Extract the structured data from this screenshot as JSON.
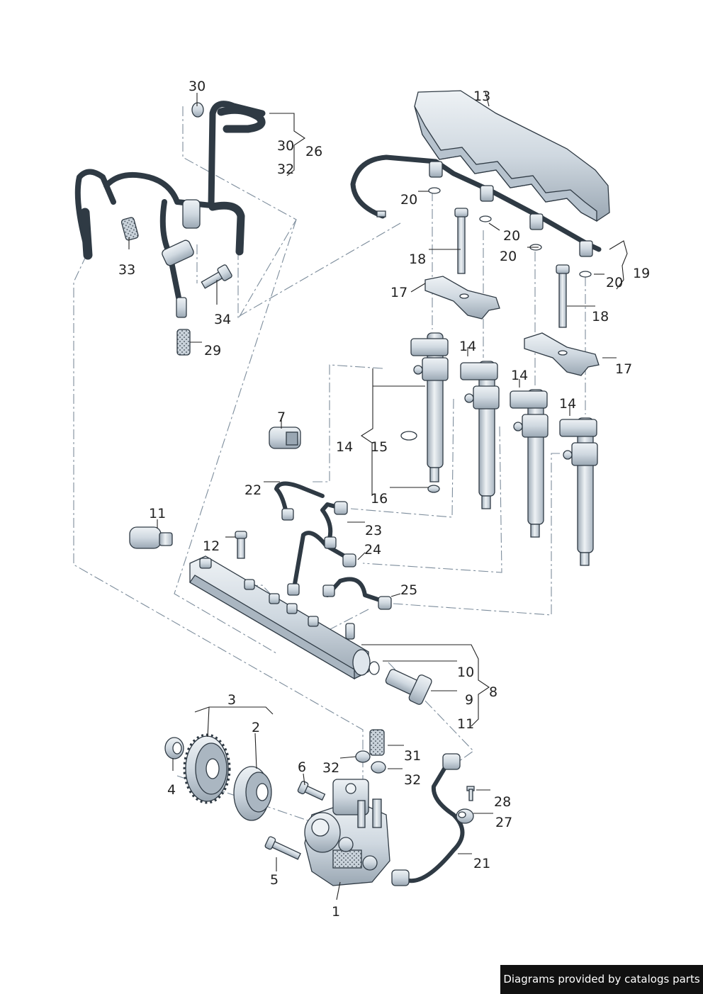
{
  "diagram": {
    "callouts": [
      {
        "id": "1",
        "text": "1"
      },
      {
        "id": "2",
        "text": "2"
      },
      {
        "id": "3",
        "text": "3"
      },
      {
        "id": "4",
        "text": "4"
      },
      {
        "id": "5",
        "text": "5"
      },
      {
        "id": "6",
        "text": "6"
      },
      {
        "id": "7",
        "text": "7"
      },
      {
        "id": "8",
        "text": "8"
      },
      {
        "id": "9",
        "text": "9"
      },
      {
        "id": "10",
        "text": "10"
      },
      {
        "id": "11a",
        "text": "11"
      },
      {
        "id": "11b",
        "text": "11"
      },
      {
        "id": "12",
        "text": "12"
      },
      {
        "id": "13",
        "text": "13"
      },
      {
        "id": "14a",
        "text": "14"
      },
      {
        "id": "14b",
        "text": "14"
      },
      {
        "id": "14c",
        "text": "14"
      },
      {
        "id": "14d",
        "text": "14"
      },
      {
        "id": "15",
        "text": "15"
      },
      {
        "id": "16",
        "text": "16"
      },
      {
        "id": "17a",
        "text": "17"
      },
      {
        "id": "17b",
        "text": "17"
      },
      {
        "id": "18a",
        "text": "18"
      },
      {
        "id": "18b",
        "text": "18"
      },
      {
        "id": "19",
        "text": "19"
      },
      {
        "id": "20a",
        "text": "20"
      },
      {
        "id": "20b",
        "text": "20"
      },
      {
        "id": "20c",
        "text": "20"
      },
      {
        "id": "20d",
        "text": "20"
      },
      {
        "id": "21",
        "text": "21"
      },
      {
        "id": "22",
        "text": "22"
      },
      {
        "id": "23",
        "text": "23"
      },
      {
        "id": "24",
        "text": "24"
      },
      {
        "id": "25",
        "text": "25"
      },
      {
        "id": "26",
        "text": "26"
      },
      {
        "id": "27",
        "text": "27"
      },
      {
        "id": "28",
        "text": "28"
      },
      {
        "id": "29",
        "text": "29"
      },
      {
        "id": "30a",
        "text": "30"
      },
      {
        "id": "30b",
        "text": "30"
      },
      {
        "id": "31",
        "text": "31"
      },
      {
        "id": "32a",
        "text": "32"
      },
      {
        "id": "32b",
        "text": "32"
      },
      {
        "id": "32c",
        "text": "32"
      },
      {
        "id": "33",
        "text": "33"
      },
      {
        "id": "34",
        "text": "34"
      }
    ]
  },
  "credit": "Diagrams provided by catalogs parts",
  "colors": {
    "part_fill": "#d6dee6",
    "part_dark": "#8d9aa6",
    "outline": "#2f3a44",
    "dashed_line": "#7d8d9c",
    "text": "#222222",
    "credit_bg": "#111111",
    "credit_text": "#ffffff"
  }
}
